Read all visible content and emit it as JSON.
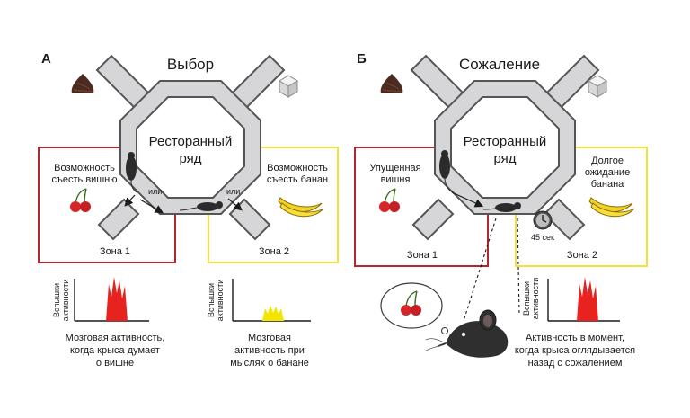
{
  "panel_a": {
    "letter": "А",
    "title": "Выбор",
    "center_label": [
      "Ресторанный",
      "ряд"
    ],
    "zone1": {
      "label": "Зона 1",
      "text": [
        "Возможность",
        "съесть вишню"
      ]
    },
    "zone2": {
      "label": "Зона 2",
      "text": [
        "Возможность",
        "съесть банан"
      ]
    },
    "or1": "или",
    "or2": "или",
    "graph1": {
      "ylabel": [
        "Вспышки",
        "активности"
      ],
      "caption": [
        "Мозговая активность,",
        "когда крыса думает",
        "о вишне"
      ],
      "color": "#e8231f"
    },
    "graph2": {
      "ylabel": [
        "Вспышки",
        "активности"
      ],
      "caption": [
        "Мозговая",
        "активность при",
        "мыслях о банане"
      ],
      "color": "#f5e400"
    }
  },
  "panel_b": {
    "letter": "Б",
    "title": "Сожаление",
    "center_label": [
      "Ресторанный",
      "ряд"
    ],
    "zone1": {
      "label": "Зона 1",
      "text": [
        "Упущенная",
        "вишня"
      ]
    },
    "zone2": {
      "label": "Зона 2",
      "text": [
        "Долгое",
        "ожидание",
        "банана"
      ]
    },
    "timer": "45 сек",
    "graph": {
      "ylabel": [
        "Вспышки",
        "активности"
      ],
      "caption": [
        "Активность в момент,",
        "когда крыса оглядывается",
        "назад с сожалением"
      ],
      "color": "#e8231f"
    }
  },
  "colors": {
    "zone1_border": "#b3262b",
    "zone2_border": "#f3e03a",
    "track_fill": "#d6d6d8",
    "track_stroke": "#555555",
    "red_peak": "#e8231f",
    "yellow_peak": "#f5e400"
  }
}
